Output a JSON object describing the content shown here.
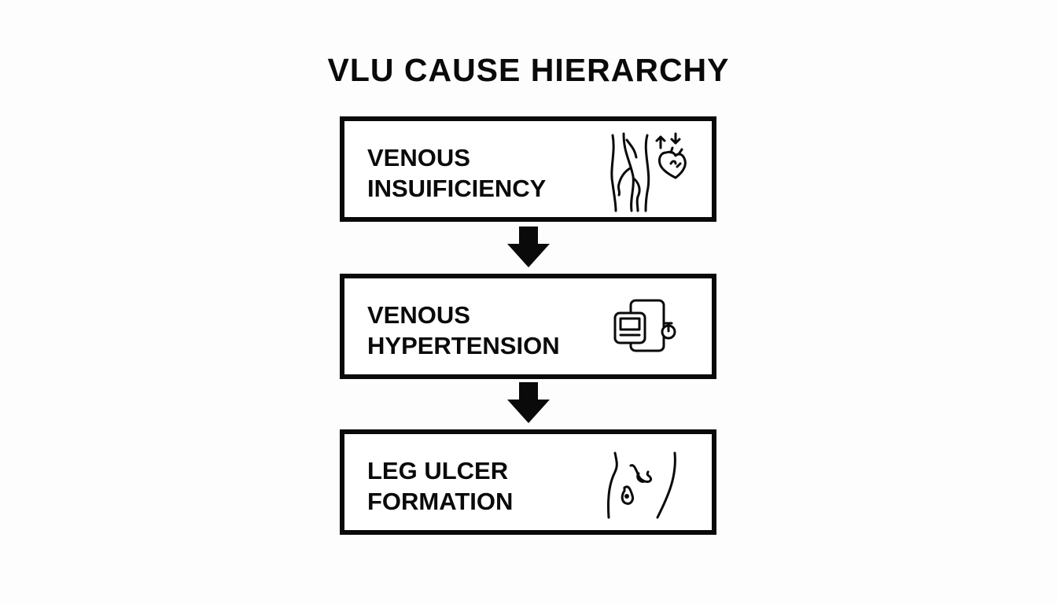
{
  "title": "VLU CAUSE HIERARCHY",
  "boxes": [
    {
      "lines": [
        "VENOUS",
        "INSUIFICIENCY"
      ],
      "icon": "leg-veins-heart-icon"
    },
    {
      "lines": [
        "VENOUS",
        "HYPERTENSION"
      ],
      "icon": "blood-pressure-monitor-icon"
    },
    {
      "lines": [
        "LEG ULCER",
        "FORMATION"
      ],
      "icon": "leg-ulcer-icon"
    }
  ],
  "arrows": [
    "down-arrow-icon",
    "down-arrow-icon"
  ],
  "colors": {
    "stroke": "#0a0a0a",
    "background": "#fdfdfd"
  }
}
